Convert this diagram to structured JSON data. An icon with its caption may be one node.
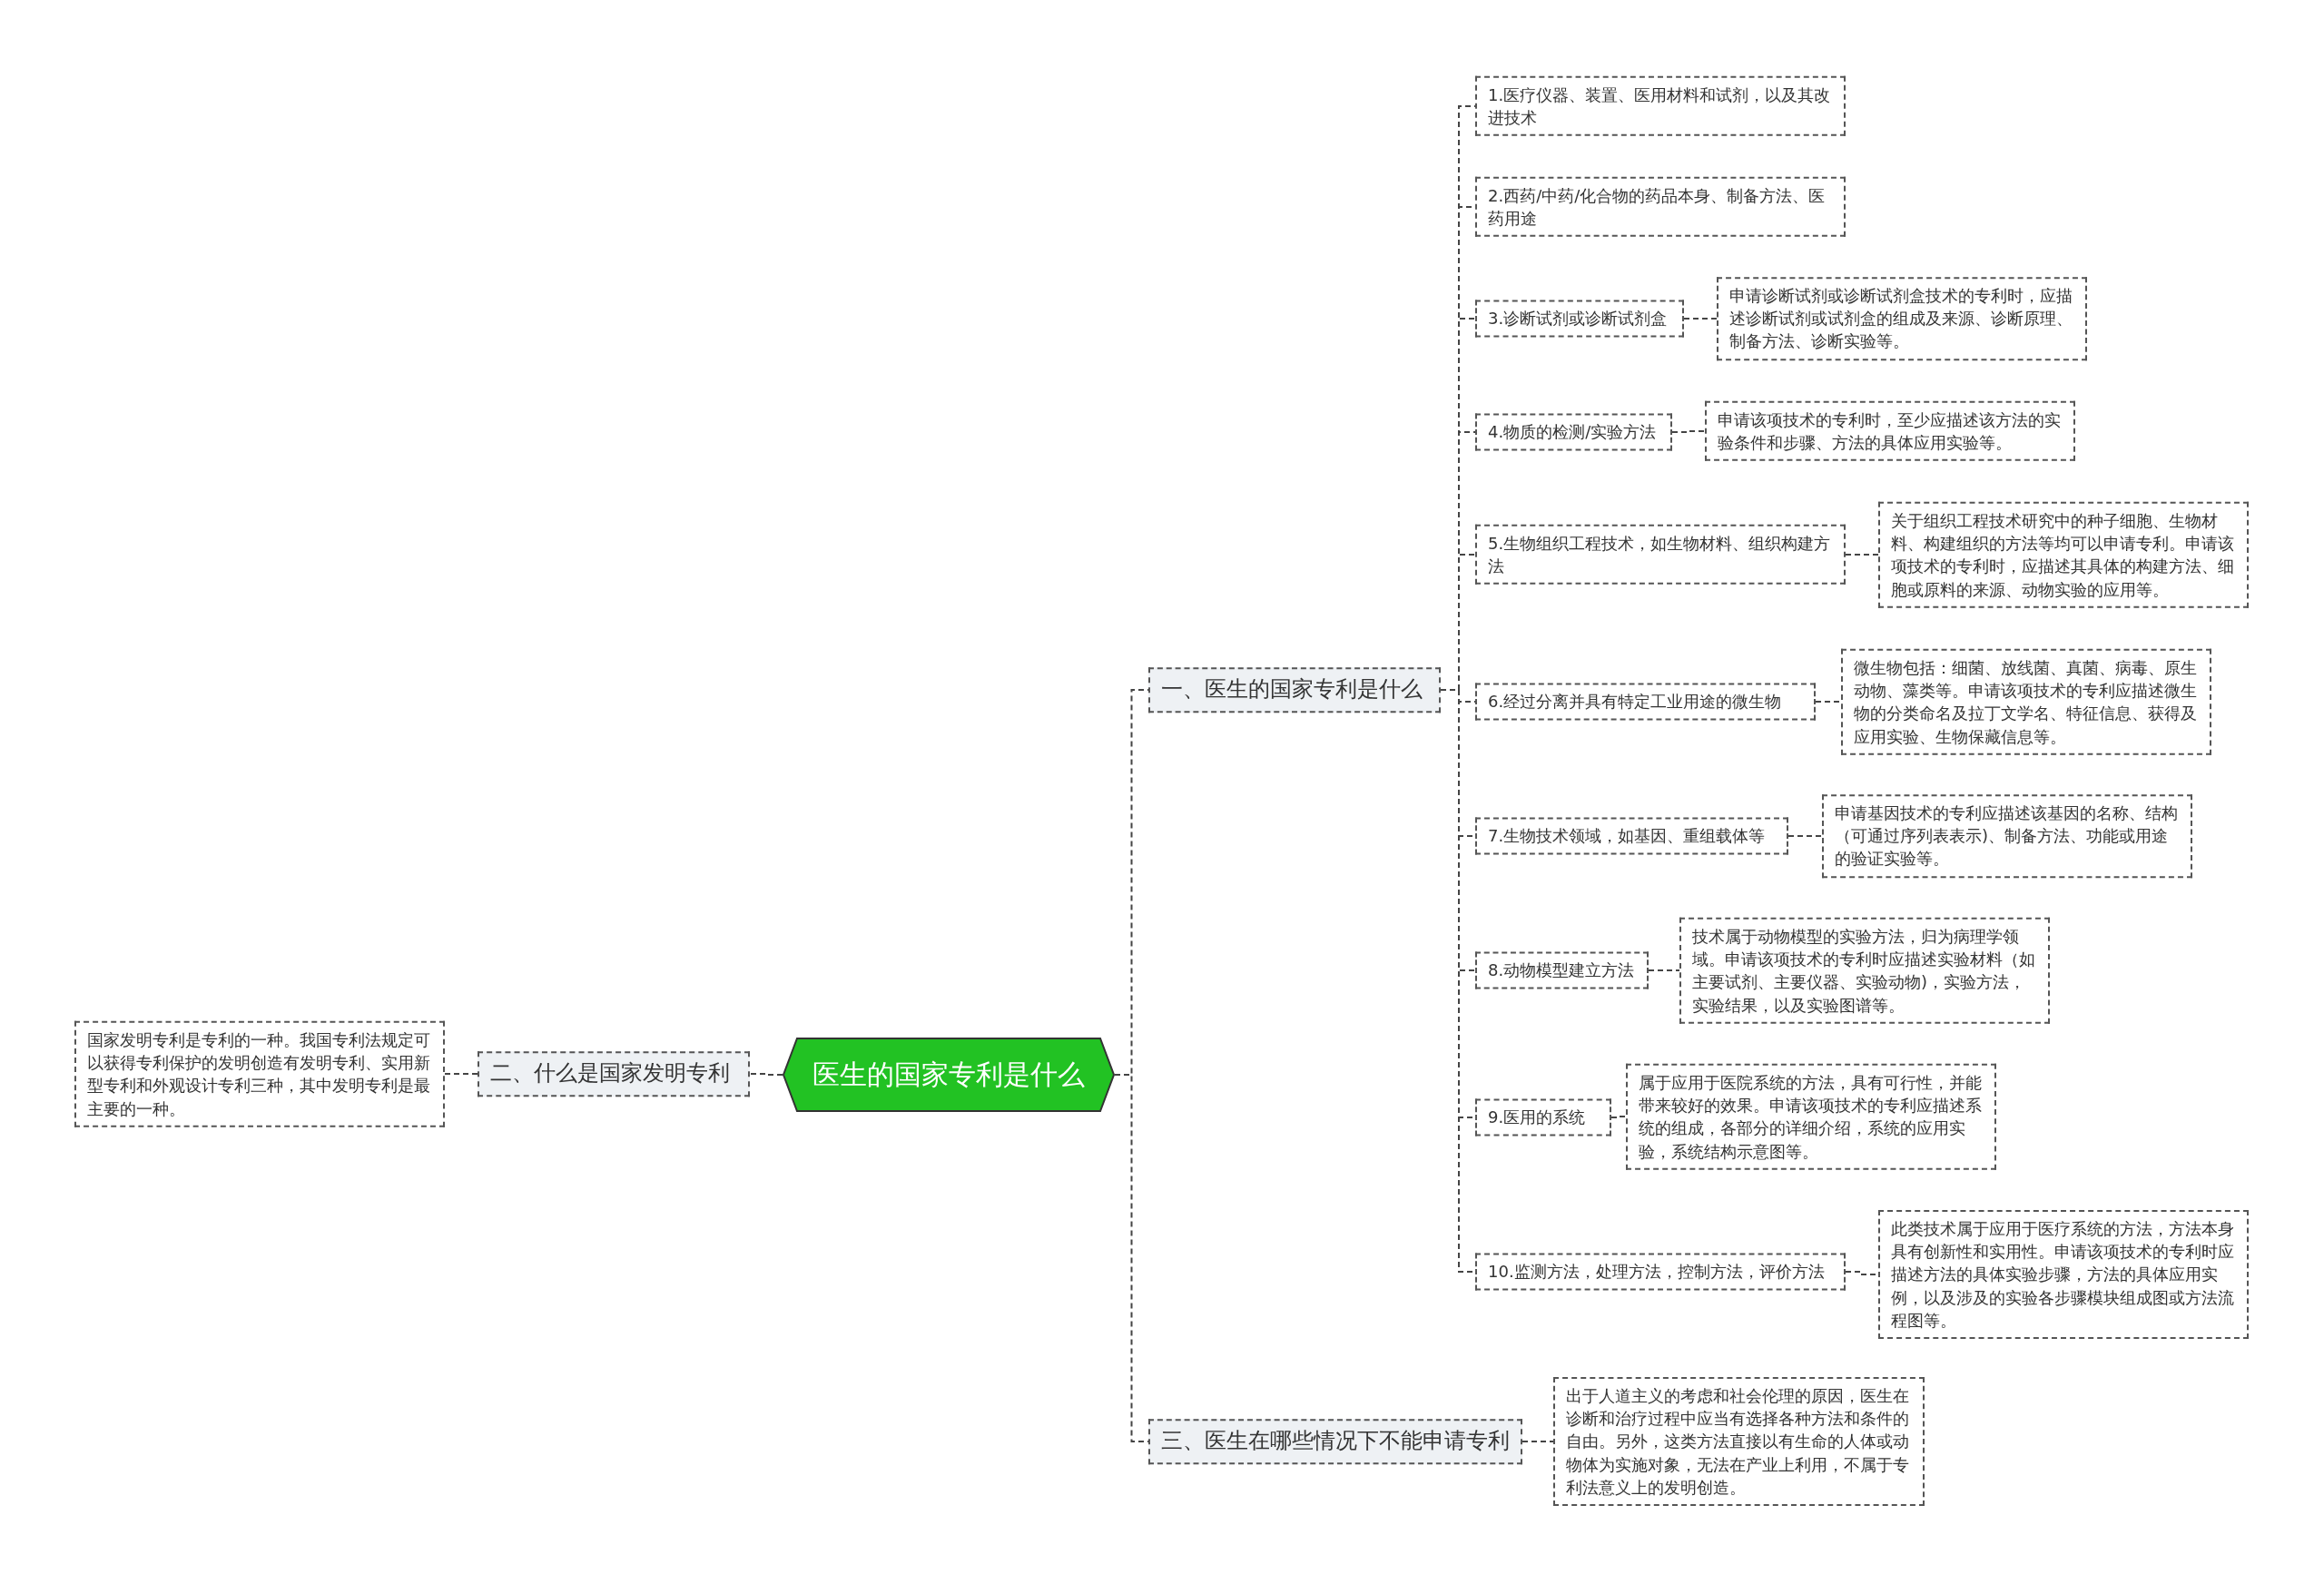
{
  "diagram": {
    "nodes": [
      {
        "text": [
          "医生的国家专利是什么"
        ]
      },
      {
        "text": [
          "一、医生的国家专利是什么"
        ]
      },
      {
        "text": [
          "二、什么是国家发明专利"
        ]
      },
      {
        "text": [
          "三、医生在哪些情况下不能申请专利"
        ]
      },
      {
        "text": [
          "国家发明专利是专利的一种。我国专利法规定可以获得专利保护的发明创造有发明专利、实用新型专利和外观设计专利三种，其中发明专利是最主要的一种。"
        ]
      },
      {
        "text": [
          "1.医疗仪器、装置、医用材料和试剂，以及其改进技术"
        ]
      },
      {
        "text": [
          "2.西药/中药/化合物的药品本身、制备方法、医药用途"
        ]
      },
      {
        "text": [
          "3.诊断试剂或诊断试剂盒"
        ]
      },
      {
        "text": [
          "申请诊断试剂或诊断试剂盒技术的专利时，应描述诊断试剂或试剂盒的组成及来源、诊断原理、制备方法、诊断实验等。"
        ]
      },
      {
        "text": [
          "4.物质的检测/实验方法"
        ]
      },
      {
        "text": [
          "申请该项技术的专利时，至少应描述该方法的实验条件和步骤、方法的具体应用实验等。"
        ]
      },
      {
        "text": [
          "5.生物组织工程技术，如生物材料、组织构建方法"
        ]
      },
      {
        "text": [
          "关于组织工程技术研究中的种子细胞、生物材料、构建组织的方法等均可以申请专利。申请该项技术的专利时，应描述其具体的构建方法、细胞或原料的来源、动物实验的应用等。"
        ]
      },
      {
        "text": [
          "6.经过分离并具有特定工业用途的微生物"
        ]
      },
      {
        "text": [
          "微生物包括：细菌、放线菌、真菌、病毒、原生动物、藻类等。申请该项技术的专利应描述微生物的分类命名及拉丁文学名、特征信息、获得及应用实验、生物保藏信息等。"
        ]
      },
      {
        "text": [
          "7.生物技术领域，如基因、重组载体等"
        ]
      },
      {
        "text": [
          "申请基因技术的专利应描述该基因的名称、结构（可通过序列表表示)、制备方法、功能或用途的验证实验等。"
        ]
      },
      {
        "text": [
          "8.动物模型建立方法"
        ]
      },
      {
        "text": [
          "技术属于动物模型的实验方法，归为病理学领域。申请该项技术的专利时应描述实验材料（如主要试剂、主要仪器、实验动物)，实验方法，实验结果，以及实验图谱等。"
        ]
      },
      {
        "text": [
          "9.医用的系统"
        ]
      },
      {
        "text": [
          "属于应用于医院系统的方法，具有可行性，并能带来较好的效果。申请该项技术的专利应描述系统的组成，各部分的详细介绍，系统的应用实验，系统结构示意图等。"
        ]
      },
      {
        "text": [
          "10.监测方法，处理方法，控制方法，评价方法"
        ]
      },
      {
        "text": [
          "此类技术属于应用于医疗系统的方法，方法本身具有创新性和实用性。申请该项技术的专利时应描述方法的具体实验步骤，方法的具体应用实例，以及涉及的实验各步骤模块组成图或方法流程图等。"
        ]
      },
      {
        "text": [
          "出于人道主义的考虑和社会伦理的原因，医生在诊断和治疗过程中应当有选择各种方法和条件的自由。另外，这类方法直接以有生命的人体或动物体为实施对象，无法在产业上利用，不属于专利法意义上的发明创造。"
        ]
      }
    ],
    "edges": [
      {
        "from": 0,
        "to": 1,
        "arrow": "none"
      },
      {
        "from": 0,
        "to": 2,
        "arrow": "none"
      },
      {
        "from": 0,
        "to": 3,
        "arrow": "none"
      },
      {
        "from": 2,
        "to": 4,
        "arrow": "none"
      },
      {
        "from": 1,
        "to": 5,
        "arrow": "none"
      },
      {
        "from": 1,
        "to": 6,
        "arrow": "none"
      },
      {
        "from": 1,
        "to": 7,
        "arrow": "none"
      },
      {
        "from": 7,
        "to": 8,
        "arrow": "none"
      },
      {
        "from": 1,
        "to": 9,
        "arrow": "none"
      },
      {
        "from": 9,
        "to": 10,
        "arrow": "none"
      },
      {
        "from": 1,
        "to": 11,
        "arrow": "none"
      },
      {
        "from": 11,
        "to": 12,
        "arrow": "none"
      },
      {
        "from": 1,
        "to": 13,
        "arrow": "none"
      },
      {
        "from": 13,
        "to": 14,
        "arrow": "none"
      },
      {
        "from": 1,
        "to": 15,
        "arrow": "none"
      },
      {
        "from": 15,
        "to": 16,
        "arrow": "none"
      },
      {
        "from": 1,
        "to": 17,
        "arrow": "none"
      },
      {
        "from": 17,
        "to": 18,
        "arrow": "none"
      },
      {
        "from": 1,
        "to": 19,
        "arrow": "none"
      },
      {
        "from": 19,
        "to": 20,
        "arrow": "none"
      },
      {
        "from": 1,
        "to": 21,
        "arrow": "none"
      },
      {
        "from": 21,
        "to": 22,
        "arrow": "none"
      },
      {
        "from": 3,
        "to": 23,
        "arrow": "none"
      }
    ]
  }
}
